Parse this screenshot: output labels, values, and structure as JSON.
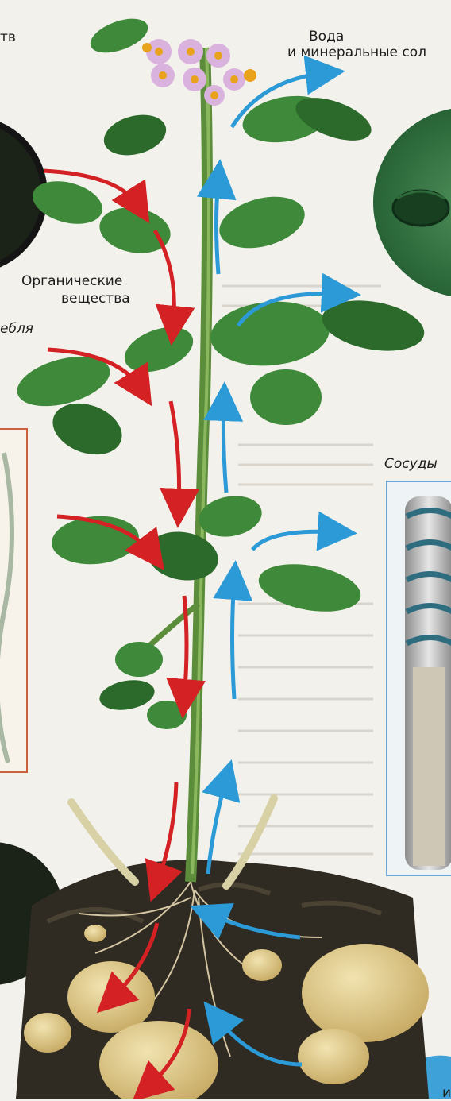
{
  "labels": {
    "top_left_fragment": "тв",
    "water_minerals_line1": "Вода",
    "water_minerals_line2": "и минеральные сол",
    "organic_line1": "Органические",
    "organic_line2": "вещества",
    "stem_fragment": "ебля",
    "vessels": "Сосуды",
    "bottom_fragment": "и"
  },
  "colors": {
    "organic_arrow": "#d32124",
    "water_arrow": "#2b9ad6",
    "leaf": "#3f8a3a",
    "leaf_dark": "#2b6a2a",
    "stem": "#5c8d3a",
    "soil": "#2f2a22",
    "tuber": "#e3cf8e",
    "flower": "#d9b3dd",
    "inset_border_left": "#c9623a",
    "inset_border_right": "#6aa7d6"
  }
}
